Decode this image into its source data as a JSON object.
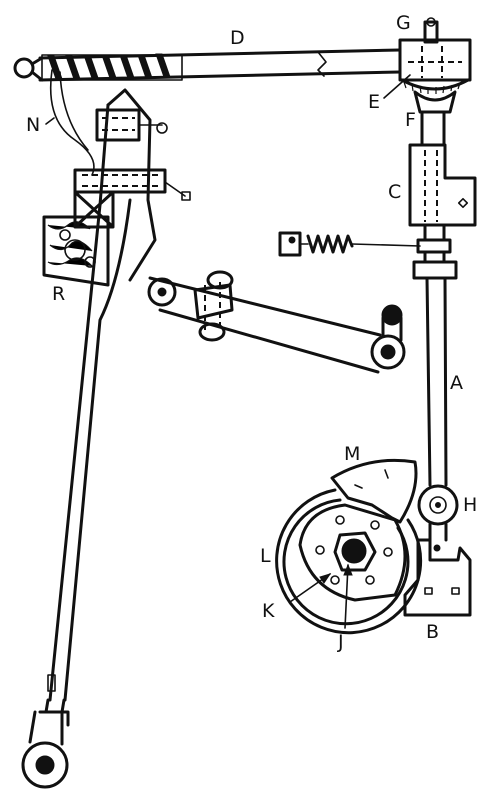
{
  "labels": {
    "A": "A",
    "B": "B",
    "C": "C",
    "D": "D",
    "E": "E",
    "F": "F",
    "G": "G",
    "H": "H",
    "J": "J",
    "K": "K",
    "L": "L",
    "M": "M",
    "N": "N",
    "R": "R"
  }
}
